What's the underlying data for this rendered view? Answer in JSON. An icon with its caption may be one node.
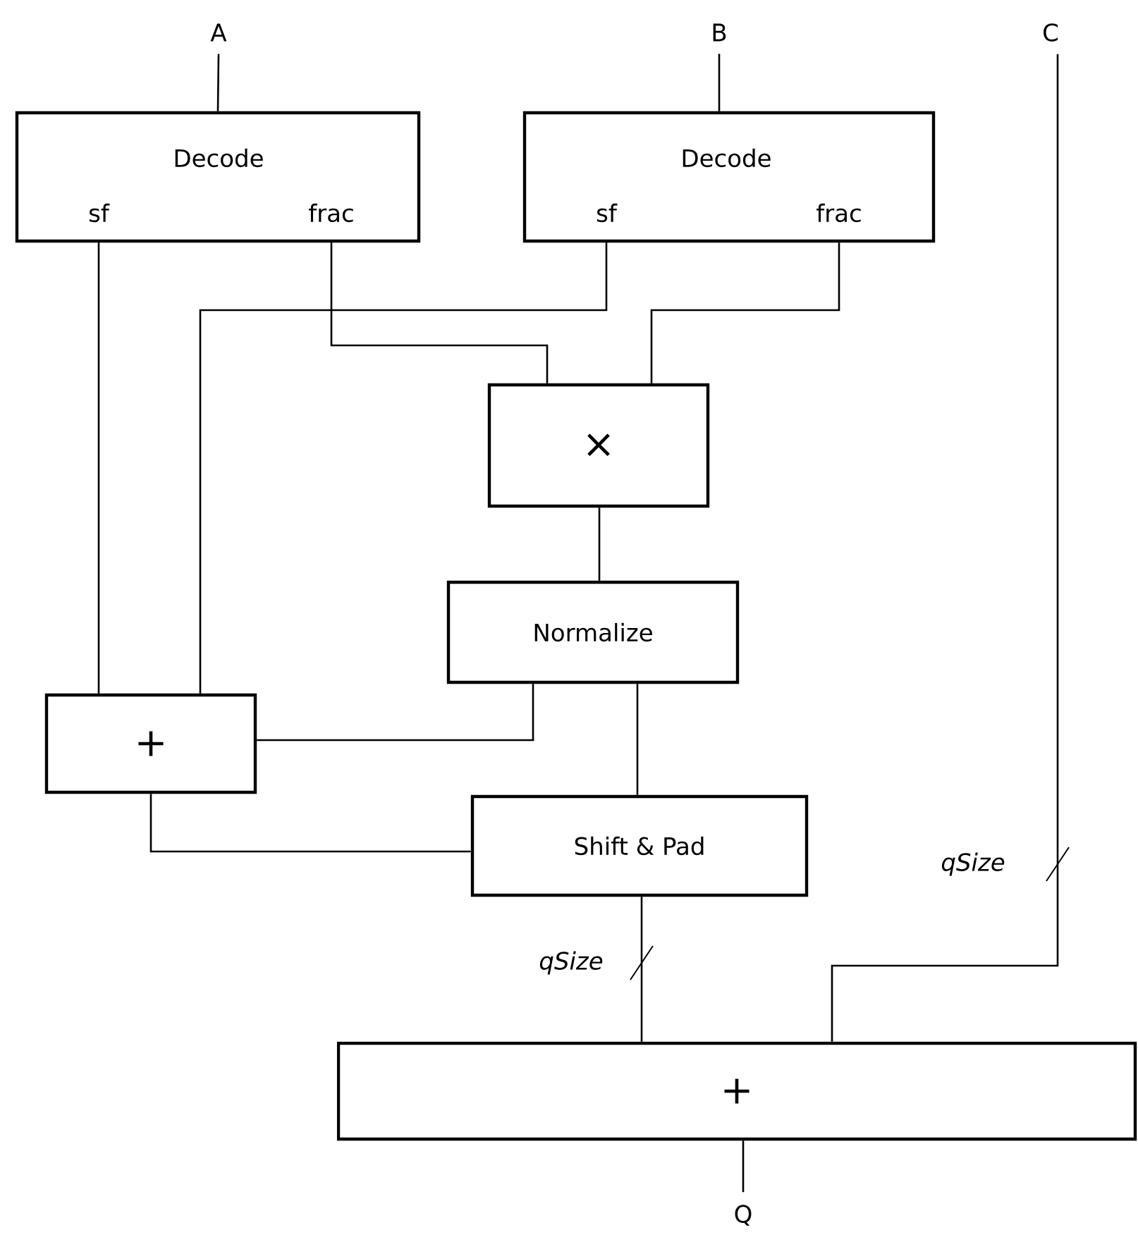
{
  "diagram": {
    "nodes": [
      {
        "text": [
          "A"
        ]
      },
      {
        "text": [
          "B"
        ]
      },
      {
        "text": [
          "C"
        ]
      },
      {
        "text": [
          "Decode",
          "sf",
          "frac"
        ]
      },
      {
        "text": [
          "Decode",
          "sf",
          "frac"
        ]
      },
      {
        "text": [
          "×"
        ]
      },
      {
        "text": [
          "Normalize"
        ]
      },
      {
        "text": [
          "+"
        ]
      },
      {
        "text": [
          "Shift & Pad"
        ]
      },
      {
        "text": [
          "+"
        ]
      },
      {
        "text": [
          "Q"
        ]
      }
    ],
    "edges": [
      {
        "from": 0,
        "to": 3,
        "arrow": "none"
      },
      {
        "from": 1,
        "to": 4,
        "arrow": "none"
      },
      {
        "from": 3,
        "to": 7,
        "arrow": "none"
      },
      {
        "from": 4,
        "to": 7,
        "arrow": "none"
      },
      {
        "from": 3,
        "to": 5,
        "arrow": "none"
      },
      {
        "from": 4,
        "to": 5,
        "arrow": "none"
      },
      {
        "from": 5,
        "to": 6,
        "arrow": "none"
      },
      {
        "from": 6,
        "to": 7,
        "arrow": "none"
      },
      {
        "from": 6,
        "to": 8,
        "arrow": "none"
      },
      {
        "from": 7,
        "to": 8,
        "arrow": "none"
      },
      {
        "from": 8,
        "to": 9,
        "arrow": "none",
        "label": "qSize"
      },
      {
        "from": 2,
        "to": 9,
        "arrow": "none",
        "label": "qSize"
      },
      {
        "from": 9,
        "to": 10,
        "arrow": "none"
      }
    ]
  }
}
